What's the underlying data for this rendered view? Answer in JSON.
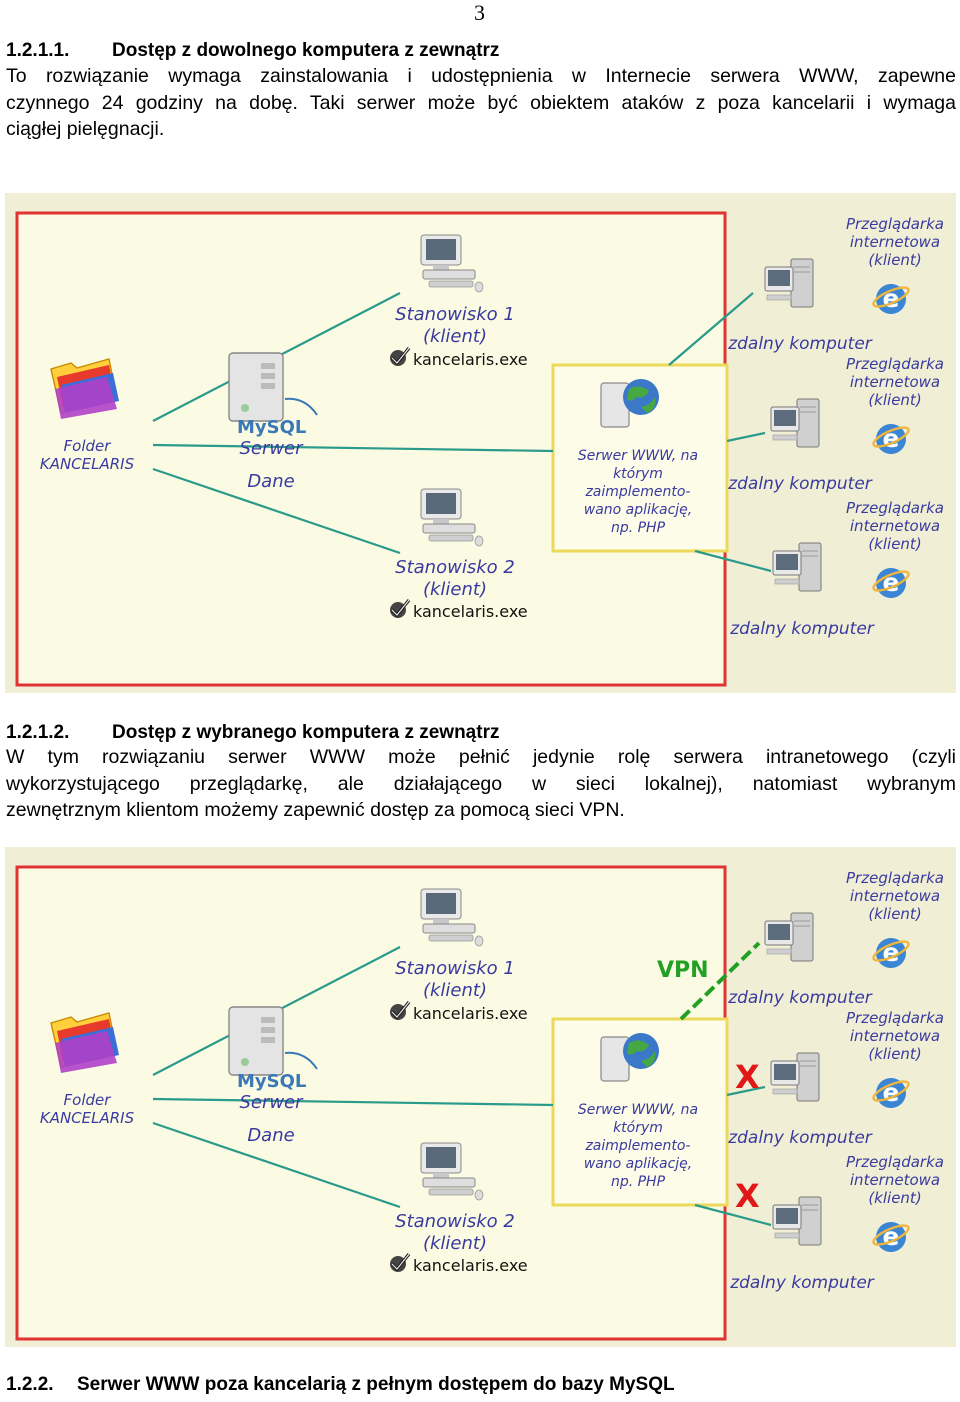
{
  "page_number": "3",
  "section1": {
    "heading_number": "1.2.1.1.",
    "heading_title": "Dostęp z dowolnego komputera z zewnątrz",
    "paragraph_lines": [
      "To rozwiązanie wymaga zainstalowania i udostępnienia w Internecie serwera WWW, zapewne",
      "czynnego 24 godziny na dobę. Taki serwer może być obiektem ataków z poza kancelarii i wymaga",
      "ciągłej pielęgnacji."
    ]
  },
  "section2": {
    "heading_number": "1.2.1.2.",
    "heading_title": "Dostęp z wybranego komputera z zewnątrz",
    "paragraph_lines": [
      "W tym rozwiązaniu serwer WWW może pełnić jedynie rolę serwera intranetowego (czyli",
      "wykorzystującego przeglądarkę, ale działającego w sieci lokalnej), natomiast wybranym",
      "zewnętrznym klientom możemy zapewnić dostęp za pomocą sieci VPN."
    ]
  },
  "section3": {
    "heading_number": "1.2.2.",
    "heading_title": "Serwer WWW poza kancelarią z pełnym dostępem do bazy MySQL"
  },
  "diagram_labels": {
    "station1_line1": "Stanowisko 1",
    "station1_line2": "(klient)",
    "station2_line1": "Stanowisko 2",
    "station2_line2": "(klient)",
    "app_name": "kancelaris.exe",
    "mysql_logo": "MySQL",
    "server_line1": "Serwer",
    "server_line2": "Dane",
    "folder_line1": "Folder",
    "folder_line2": "KANCELARIS",
    "www_line1": "Serwer WWW, na",
    "www_line2": "którym",
    "www_line3": "zaimplemento-",
    "www_line4": "wano aplikację,",
    "www_line5": "np. PHP",
    "browser_line1": "Przeglądarka",
    "browser_line2": "internetowa",
    "browser_line3": "(klient)",
    "remote_computer": "zdalny komputer",
    "vpn": "VPN",
    "blocked_mark": "X"
  },
  "colors": {
    "lan_border": "#e03434",
    "web_border": "#ecd85a",
    "link_line": "#2a9a8a",
    "diagram_bg": "#fbfbe3",
    "outer_bg": "#f0efd6",
    "vpn_green": "#22a024",
    "blocked_red": "#e01818",
    "caption_blue": "#3a3aa0"
  }
}
